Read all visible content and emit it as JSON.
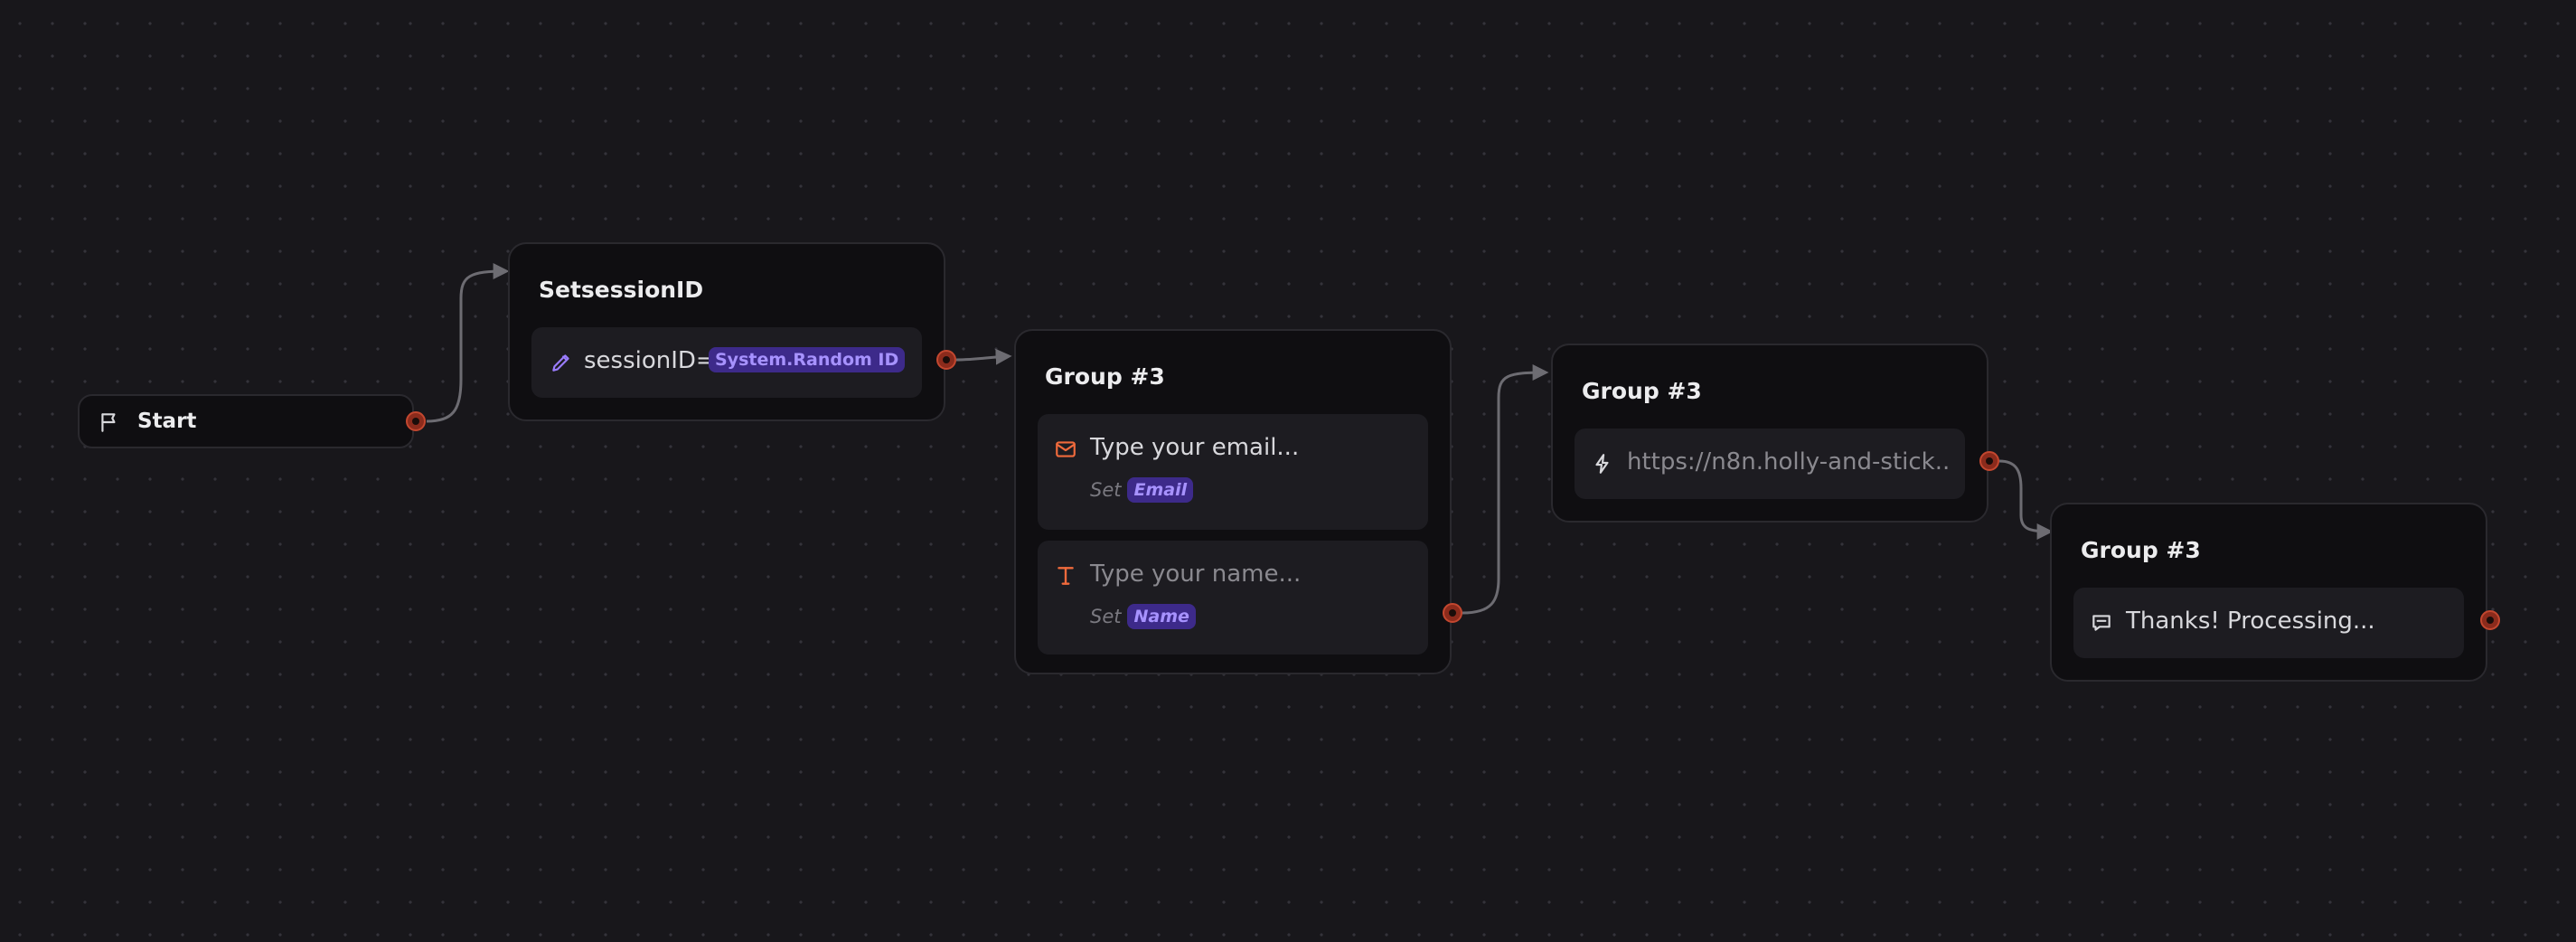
{
  "start_node": {
    "label": "Start",
    "icon": "flag-icon"
  },
  "nodes": [
    {
      "title": "SetsessionID",
      "blocks": [
        {
          "icon": "pencil-icon",
          "text": "sessionID=",
          "tag": "System.Random ID"
        }
      ]
    },
    {
      "title": "Group #3",
      "blocks": [
        {
          "icon": "mail-icon",
          "text": "Type your email...",
          "set_label": "Set",
          "variable": "Email"
        },
        {
          "icon": "text-input-icon",
          "text": "Type your name...",
          "set_label": "Set",
          "variable": "Name"
        }
      ]
    },
    {
      "title": "Group #3",
      "blocks": [
        {
          "icon": "lightning-icon",
          "text": "https://n8n.holly-and-stick..."
        }
      ]
    },
    {
      "title": "Group #3",
      "blocks": [
        {
          "icon": "chat-bubble-icon",
          "text": "Thanks! Processing..."
        }
      ]
    }
  ],
  "colors": {
    "canvas_bg": "#18171b",
    "node_bg": "#0f0e11",
    "block_bg": "#1d1c21",
    "port": "#c3472f",
    "tag_bg": "#3d2a8a",
    "tag_text": "#a792ff",
    "input_icon": "#f06a3c",
    "edge": "#6d6c72"
  }
}
